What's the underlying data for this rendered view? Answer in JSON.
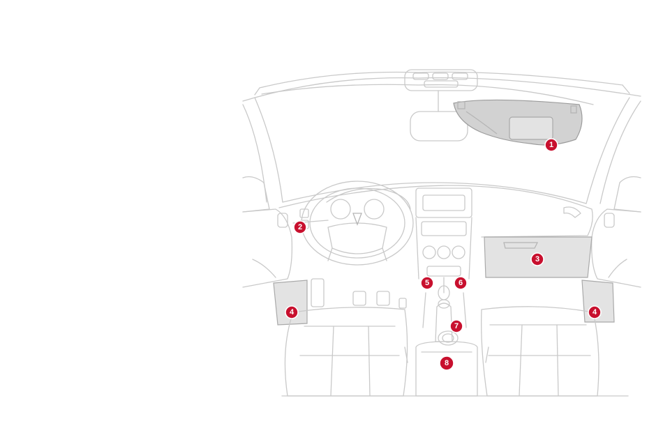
{
  "colors": {
    "callout": "#c8102e",
    "line": "#c9c9c9",
    "shaded_area": "#e3e3e3"
  },
  "callouts": [
    {
      "id": "sun-visor",
      "label": "1"
    },
    {
      "id": "dashboard-left-storage",
      "label": "2"
    },
    {
      "id": "glove-box",
      "label": "3"
    },
    {
      "id": "front-door-pocket-left",
      "label": "4"
    },
    {
      "id": "front-door-pocket-right",
      "label": "4"
    },
    {
      "id": "socket-left",
      "label": "5"
    },
    {
      "id": "socket-right",
      "label": "6"
    },
    {
      "id": "cup-holder",
      "label": "7"
    },
    {
      "id": "armrest-storage",
      "label": "8"
    }
  ]
}
